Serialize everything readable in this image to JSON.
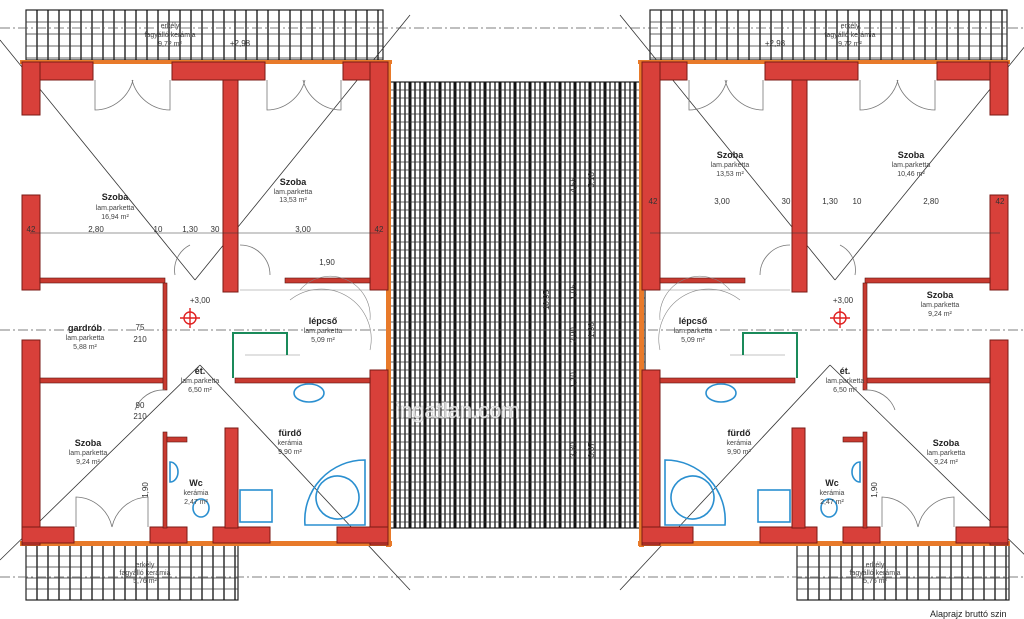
{
  "left_unit": {
    "rooms": [
      {
        "name": "Szoba",
        "floor": "lam.parketta",
        "area": "16,94 m²"
      },
      {
        "name": "Szoba",
        "floor": "lam.parketta",
        "area": "13,53 m²"
      },
      {
        "name": "gardrób",
        "floor": "lam.parketta",
        "area": "5,88 m²"
      },
      {
        "name": "lépcső",
        "floor": "lam.parketta",
        "area": "5,09 m²"
      },
      {
        "name": "ét.",
        "floor": "lam.parketta",
        "area": "6,50 m²"
      },
      {
        "name": "Szoba",
        "floor": "lam.parketta",
        "area": "9,24 m²"
      },
      {
        "name": "Wc",
        "floor": "kerámia",
        "area": "2,47 m²"
      },
      {
        "name": "fürdő",
        "floor": "kerámia",
        "area": "9,90 m²"
      },
      {
        "name": "erkély",
        "floor": "fagyálló kerámia",
        "area": "9,72 m²"
      },
      {
        "name": "erkély",
        "floor": "fagyálló kerámia",
        "area": "5,76 m²"
      }
    ],
    "dims": [
      "42",
      "2,80",
      "10",
      "1,30",
      "30",
      "3,00",
      "42",
      "1,90",
      "+3,00",
      "75",
      "210",
      "90",
      "210",
      "1,90",
      "+2,98"
    ]
  },
  "right_unit": {
    "rooms": [
      {
        "name": "Szoba",
        "floor": "lam.parketta",
        "area": "13,53 m²"
      },
      {
        "name": "Szoba",
        "floor": "lam.parketta",
        "area": "10,46 m²"
      },
      {
        "name": "Szoba",
        "floor": "lam.parketta",
        "area": "9,24 m²"
      },
      {
        "name": "lépcső",
        "floor": "lam.parketta",
        "area": "5,09 m²"
      },
      {
        "name": "ét.",
        "floor": "lam.parketta",
        "area": "6,50 m²"
      },
      {
        "name": "fürdő",
        "floor": "kerámia",
        "area": "9,90 m²"
      },
      {
        "name": "Wc",
        "floor": "kerámia",
        "area": "2,47 m²"
      },
      {
        "name": "Szoba",
        "floor": "lam.parketta",
        "area": "9,24 m²"
      },
      {
        "name": "erkély",
        "floor": "fagyálló kerámia",
        "area": "9,72 m²"
      },
      {
        "name": "erkély",
        "floor": "fagyálló kerámia",
        "area": "5,76 m²"
      }
    ],
    "dims": [
      "42",
      "3,00",
      "30",
      "1,30",
      "10",
      "2,80",
      "42",
      "+3,00",
      "1,90",
      "+2,98"
    ]
  },
  "roof_dims": [
    "10,95",
    "4,55",
    "5,18",
    "1,05",
    "2,90",
    "1,90",
    "1,10",
    "3,30",
    "3,07"
  ],
  "watermark": "ingatlan.com",
  "caption": "Alaprajz bruttó szin",
  "colors": {
    "wall": "#d8403a",
    "wall_edge": "#e87a2a",
    "fixture": "#2a8fd0",
    "rail": "#1a8a5a",
    "marker": "#e02020"
  }
}
